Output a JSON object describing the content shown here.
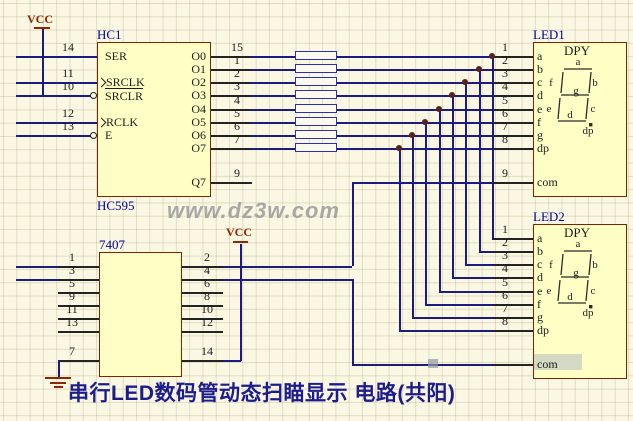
{
  "watermark": "www.dz3w.com",
  "caption": "串行LED数码管动态扫瞄显示 电路(共阳)",
  "power": {
    "vcc_top": "VCC",
    "vcc_mid": "VCC"
  },
  "colors": {
    "background": "#faf7e3",
    "wire": "#1c1c80",
    "pin_stub": "#232323",
    "component_fill": "#ffffc5",
    "component_border": "#7d2400",
    "junction_dot": "#58231a",
    "designator_blue": "#00009b",
    "power_symbol_red": "#8c2800",
    "resistor_outline": "#2e2eb0",
    "watermark_grey": "#9b9b9b",
    "caption_blue": "#1c1c8c"
  },
  "hc595": {
    "designator": "HC1",
    "part": "HC595",
    "left_pins": [
      {
        "num": "14",
        "name": "SER"
      },
      {
        "num": "11",
        "name": "SRCLK"
      },
      {
        "num": "10",
        "name": "SRCLR"
      },
      {
        "num": "12",
        "name": "RCLK"
      },
      {
        "num": "13",
        "name": "E"
      }
    ],
    "right_pins": [
      {
        "num": "15",
        "name": "O0"
      },
      {
        "num": "1",
        "name": "O1"
      },
      {
        "num": "2",
        "name": "O2"
      },
      {
        "num": "3",
        "name": "O3"
      },
      {
        "num": "4",
        "name": "O4"
      },
      {
        "num": "5",
        "name": "O5"
      },
      {
        "num": "6",
        "name": "O6"
      },
      {
        "num": "7",
        "name": "O7"
      },
      {
        "num": "9",
        "name": "Q7"
      }
    ]
  },
  "u7407": {
    "designator": "7407",
    "left_pin_nums": [
      "1",
      "3",
      "5",
      "9",
      "11",
      "13"
    ],
    "gnd_pin_num": "7",
    "right_pin_nums": [
      "2",
      "4",
      "6",
      "8",
      "10",
      "12"
    ],
    "vcc_pin_num": "14"
  },
  "led1": {
    "designator": "LED1",
    "part": "DPY",
    "pin_nums": [
      "1",
      "2",
      "3",
      "4",
      "5",
      "6",
      "7",
      "8"
    ],
    "pin_names": [
      "a",
      "b",
      "c",
      "d",
      "e",
      "f",
      "g",
      "dp"
    ],
    "com_num": "9",
    "com_name": "com"
  },
  "led2": {
    "designator": "LED2",
    "part": "DPY",
    "pin_nums": [
      "1",
      "2",
      "3",
      "4",
      "5",
      "6",
      "7",
      "8"
    ],
    "pin_names": [
      "a",
      "b",
      "c",
      "d",
      "e",
      "f",
      "g",
      "dp"
    ],
    "com_name": "com"
  },
  "seg": {
    "a": "a",
    "b": "b",
    "c": "c",
    "d": "d",
    "e": "e",
    "f": "f",
    "g": "g",
    "dp": "dp"
  }
}
